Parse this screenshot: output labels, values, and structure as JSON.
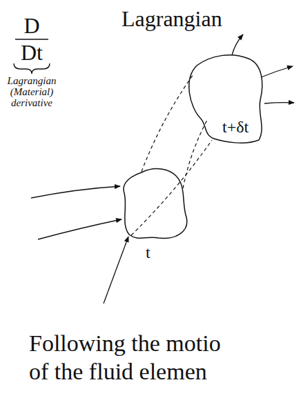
{
  "diagram": {
    "title": "Lagrangian",
    "caption": "Following the motio of the fluid elemen",
    "nodes": [
      {
        "text": [
          "t"
        ]
      },
      {
        "text": [
          "t+δt"
        ]
      }
    ],
    "edges": [
      {
        "from": 0,
        "to": 1,
        "arrow": "none"
      },
      {
        "from": 0,
        "to": 1,
        "arrow": "none"
      },
      {
        "from": 0,
        "to": 1,
        "arrow": "none"
      }
    ],
    "labels": [
      "D",
      "Dt",
      "Lagrangian",
      "(Material)",
      "derivative"
    ]
  }
}
